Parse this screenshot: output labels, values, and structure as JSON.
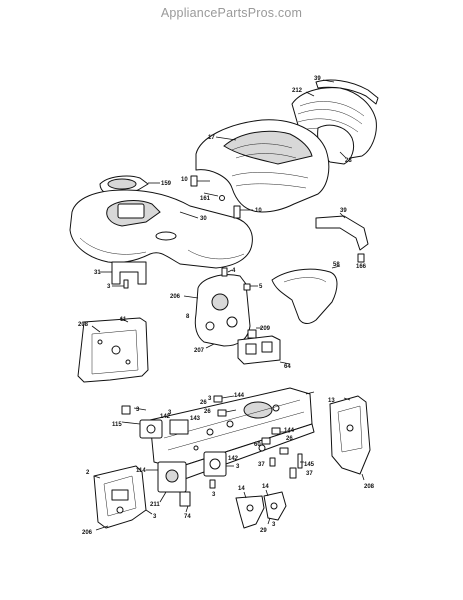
{
  "watermark": "AppliancePartsPros.com",
  "callouts": [
    {
      "id": "c39a",
      "text": "39"
    },
    {
      "id": "c212",
      "text": "212"
    },
    {
      "id": "c28",
      "text": "28"
    },
    {
      "id": "c17",
      "text": "17"
    },
    {
      "id": "c159",
      "text": "159"
    },
    {
      "id": "c10a",
      "text": "10"
    },
    {
      "id": "c161",
      "text": "161"
    },
    {
      "id": "c10b",
      "text": "10"
    },
    {
      "id": "c30",
      "text": "30"
    },
    {
      "id": "c39b",
      "text": "39"
    },
    {
      "id": "c166",
      "text": "166"
    },
    {
      "id": "c58",
      "text": "58"
    },
    {
      "id": "c31",
      "text": "31"
    },
    {
      "id": "c3a",
      "text": "3"
    },
    {
      "id": "c4",
      "text": "4"
    },
    {
      "id": "c206a",
      "text": "206"
    },
    {
      "id": "c5",
      "text": "5"
    },
    {
      "id": "c208a",
      "text": "208"
    },
    {
      "id": "c11",
      "text": "11"
    },
    {
      "id": "c8",
      "text": "8"
    },
    {
      "id": "c209",
      "text": "209"
    },
    {
      "id": "c207",
      "text": "207"
    },
    {
      "id": "c64",
      "text": "64"
    },
    {
      "id": "c3b",
      "text": "3"
    },
    {
      "id": "c144a",
      "text": "144"
    },
    {
      "id": "c26a",
      "text": "26"
    },
    {
      "id": "c26b",
      "text": "26"
    },
    {
      "id": "c13",
      "text": "13"
    },
    {
      "id": "c3c",
      "text": "3"
    },
    {
      "id": "c115",
      "text": "115"
    },
    {
      "id": "c142a",
      "text": "142"
    },
    {
      "id": "c143",
      "text": "143"
    },
    {
      "id": "c3d",
      "text": "3"
    },
    {
      "id": "c144b",
      "text": "144"
    },
    {
      "id": "c26c",
      "text": "26"
    },
    {
      "id": "c60",
      "text": "60"
    },
    {
      "id": "c142b",
      "text": "142"
    },
    {
      "id": "c3e",
      "text": "3"
    },
    {
      "id": "c37a",
      "text": "37"
    },
    {
      "id": "c145",
      "text": "145"
    },
    {
      "id": "c37b",
      "text": "37"
    },
    {
      "id": "c2",
      "text": "2"
    },
    {
      "id": "c114",
      "text": "114"
    },
    {
      "id": "c74",
      "text": "74"
    },
    {
      "id": "c211",
      "text": "211"
    },
    {
      "id": "c3f",
      "text": "3"
    },
    {
      "id": "c208b",
      "text": "208"
    },
    {
      "id": "c206b",
      "text": "206"
    },
    {
      "id": "c3g",
      "text": "3"
    },
    {
      "id": "c14a",
      "text": "14"
    },
    {
      "id": "c14b",
      "text": "14"
    },
    {
      "id": "c29",
      "text": "29"
    },
    {
      "id": "c3h",
      "text": "3"
    }
  ]
}
